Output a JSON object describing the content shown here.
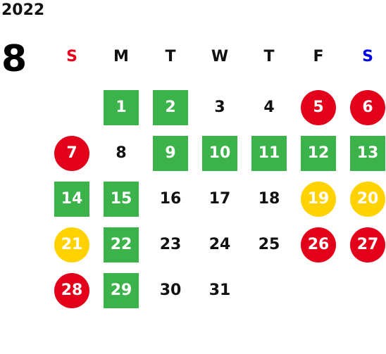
{
  "year": "2022",
  "month": "8",
  "weekdays": [
    {
      "label": "S",
      "kind": "sun"
    },
    {
      "label": "M",
      "kind": ""
    },
    {
      "label": "T",
      "kind": ""
    },
    {
      "label": "W",
      "kind": ""
    },
    {
      "label": "T",
      "kind": ""
    },
    {
      "label": "F",
      "kind": ""
    },
    {
      "label": "S",
      "kind": "sat"
    }
  ],
  "first_weekday_offset": 1,
  "colors": {
    "green": "#3bb34a",
    "red": "#e3001b",
    "yellow": "#ffd200",
    "sunday": "#e8001c",
    "saturday": "#0000e6"
  },
  "days": [
    {
      "d": "1",
      "mark": "green"
    },
    {
      "d": "2",
      "mark": "green"
    },
    {
      "d": "3",
      "mark": ""
    },
    {
      "d": "4",
      "mark": ""
    },
    {
      "d": "5",
      "mark": "red"
    },
    {
      "d": "6",
      "mark": "red"
    },
    {
      "d": "7",
      "mark": "red"
    },
    {
      "d": "8",
      "mark": ""
    },
    {
      "d": "9",
      "mark": "green"
    },
    {
      "d": "10",
      "mark": "green"
    },
    {
      "d": "11",
      "mark": "green"
    },
    {
      "d": "12",
      "mark": "green"
    },
    {
      "d": "13",
      "mark": "green"
    },
    {
      "d": "14",
      "mark": "green"
    },
    {
      "d": "15",
      "mark": "green"
    },
    {
      "d": "16",
      "mark": ""
    },
    {
      "d": "17",
      "mark": ""
    },
    {
      "d": "18",
      "mark": ""
    },
    {
      "d": "19",
      "mark": "yellow"
    },
    {
      "d": "20",
      "mark": "yellow"
    },
    {
      "d": "21",
      "mark": "yellow"
    },
    {
      "d": "22",
      "mark": "green"
    },
    {
      "d": "23",
      "mark": ""
    },
    {
      "d": "24",
      "mark": ""
    },
    {
      "d": "25",
      "mark": ""
    },
    {
      "d": "26",
      "mark": "red"
    },
    {
      "d": "27",
      "mark": "red"
    },
    {
      "d": "28",
      "mark": "red"
    },
    {
      "d": "29",
      "mark": "green"
    },
    {
      "d": "30",
      "mark": ""
    },
    {
      "d": "31",
      "mark": ""
    }
  ]
}
